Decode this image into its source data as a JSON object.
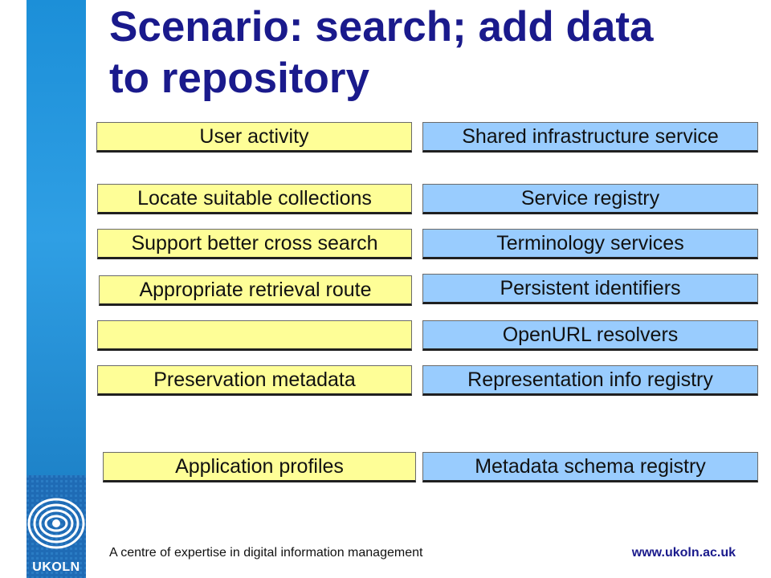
{
  "slide": {
    "title_line1": "Scenario: search; add data",
    "title_line2": "to repository"
  },
  "rows": [
    {
      "left": "User activity",
      "right": "Shared infrastructure service"
    },
    {
      "left": "Locate suitable collections",
      "right": "Service registry"
    },
    {
      "left": "Support better cross search",
      "right": "Terminology services"
    },
    {
      "left": "Appropriate retrieval route",
      "right": "Persistent identifiers"
    },
    {
      "left": "",
      "right": "OpenURL resolvers"
    },
    {
      "left": "Preservation metadata",
      "right": "Representation info registry"
    },
    {
      "left": "Application profiles",
      "right": "Metadata schema registry"
    }
  ],
  "colors": {
    "title": "#1a1a8c",
    "left_box": "#fefe97",
    "right_box": "#99ccfe",
    "side_bar": "#2f9fe4"
  },
  "logo": {
    "text": "UKOLN",
    "icon": "eye-icon"
  },
  "footer": {
    "tagline": "A centre of expertise in digital information management",
    "url": "www.ukoln.ac.uk"
  }
}
